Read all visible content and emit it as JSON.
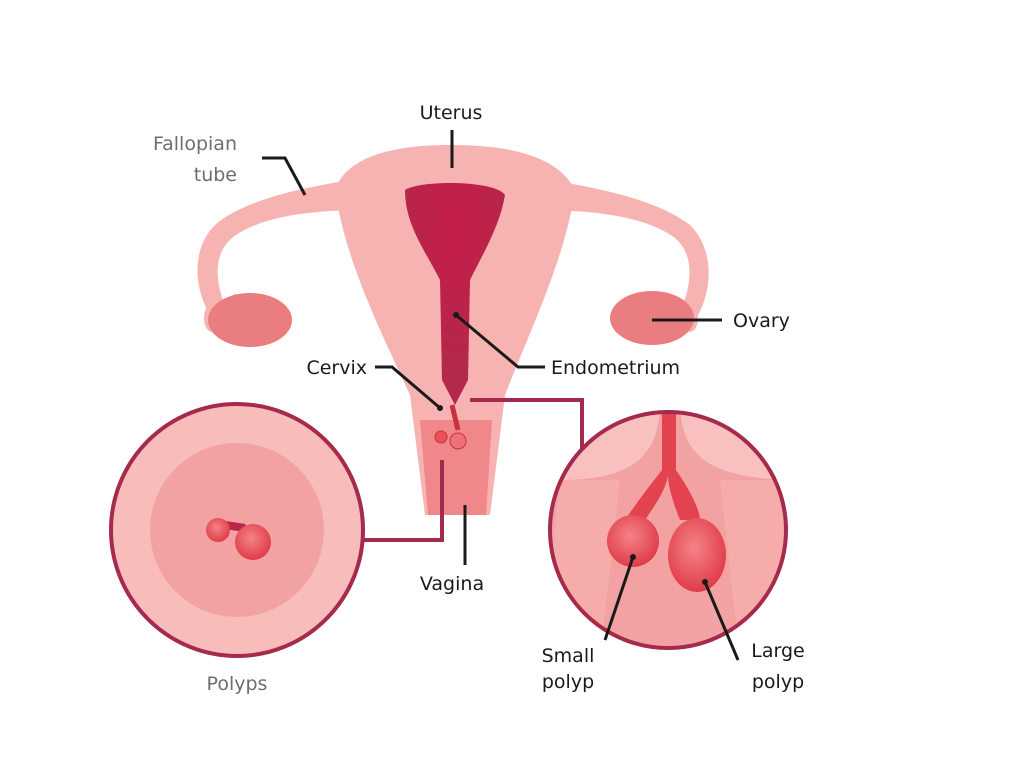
{
  "labels": {
    "uterus": "Uterus",
    "fallopian_tube_line1": "Fallopian",
    "fallopian_tube_line2": "tube",
    "ovary": "Ovary",
    "endometrium": "Endometrium",
    "cervix": "Cervix",
    "vagina": "Vagina",
    "polyps": "Polyps",
    "small_polyp_line1": "Small",
    "small_polyp_line2": "polyp",
    "large_polyp_line1": "Large",
    "large_polyp_line2": "polyp"
  },
  "colors": {
    "tissue_light": "#f7b3b1",
    "tissue_mid": "#f09a9a",
    "ovary": "#ea7d80",
    "endometrium": "#b8264a",
    "polyp": "#e8474f",
    "connector": "#a52a4b",
    "leader": "#1a1a1a"
  }
}
